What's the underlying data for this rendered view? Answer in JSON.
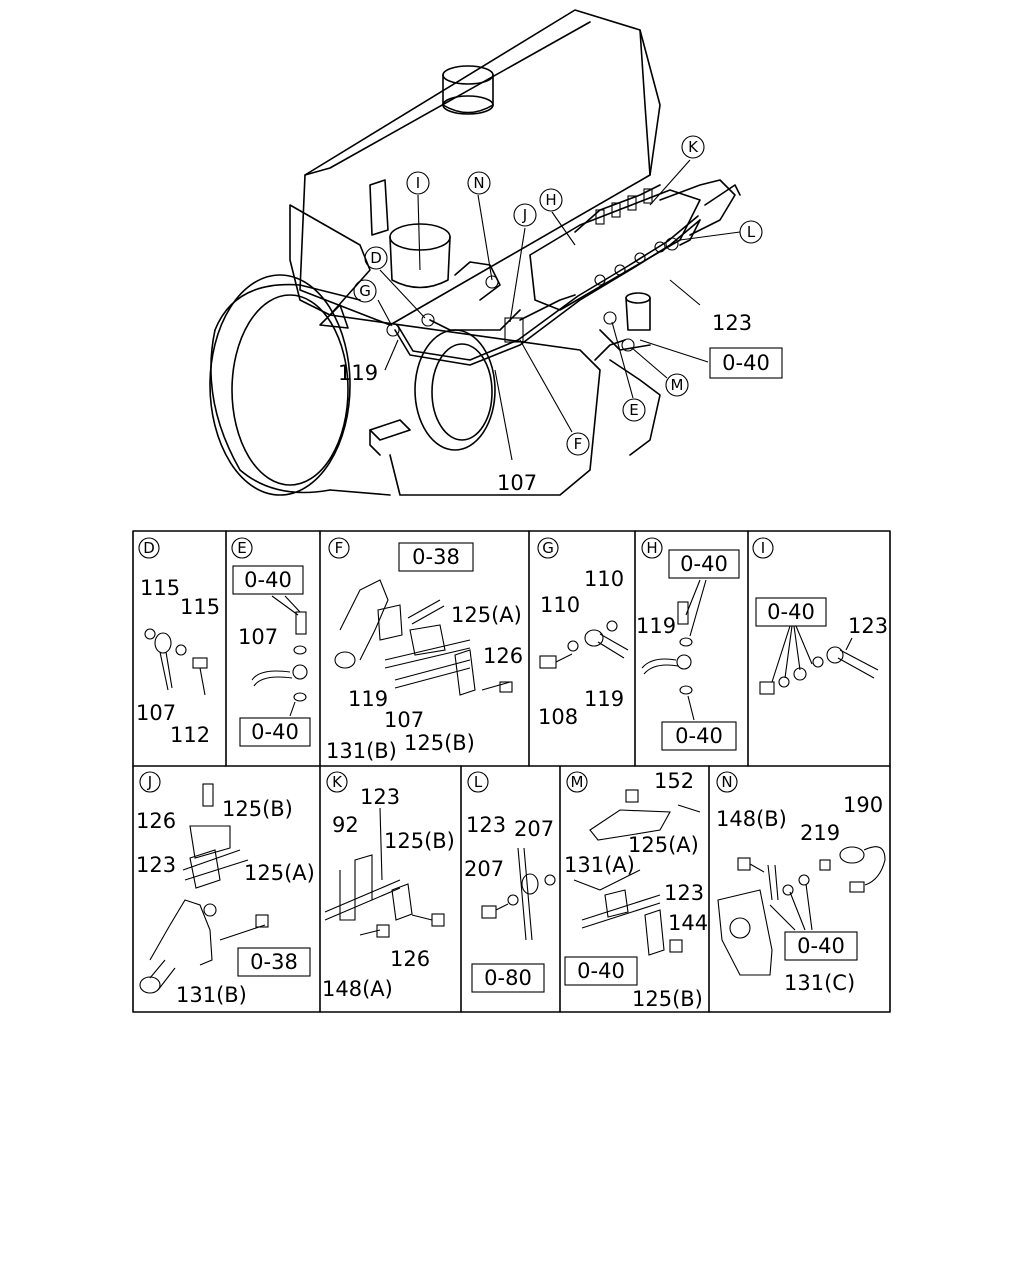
{
  "main_callouts": {
    "K": "K",
    "L": "L",
    "I": "I",
    "N": "N",
    "J": "J",
    "H": "H",
    "D": "D",
    "G": "G",
    "E": "E",
    "M": "M",
    "F": "F"
  },
  "main_labels": {
    "l123": "123",
    "l119": "119",
    "l107": "107",
    "ref": "0-40"
  },
  "panels": {
    "D": {
      "letter": "D",
      "a": "115",
      "b": "115",
      "c": "107",
      "d": "112"
    },
    "E": {
      "letter": "E",
      "ref_top": "0-40",
      "a": "107",
      "ref_bottom": "0-40"
    },
    "F": {
      "letter": "F",
      "ref": "0-38",
      "a": "125(A)",
      "b": "126",
      "c": "119",
      "d": "107",
      "e": "131(B)",
      "f": "125(B)"
    },
    "G": {
      "letter": "G",
      "a": "110",
      "b": "110",
      "c": "108",
      "d": "119"
    },
    "H": {
      "letter": "H",
      "ref_top": "0-40",
      "a": "119",
      "ref_bottom": "0-40"
    },
    "I": {
      "letter": "I",
      "ref": "0-40",
      "a": "123"
    },
    "J": {
      "letter": "J",
      "a": "126",
      "b": "125(B)",
      "c": "123",
      "d": "125(A)",
      "e": "131(B)",
      "ref": "0-38"
    },
    "K": {
      "letter": "K",
      "a": "123",
      "b": "92",
      "c": "125(B)",
      "d": "126",
      "e": "148(A)"
    },
    "L": {
      "letter": "L",
      "a": "123",
      "b": "207",
      "c": "207",
      "ref": "0-80"
    },
    "M": {
      "letter": "M",
      "a": "152",
      "b": "125(A)",
      "c": "131(A)",
      "d": "123",
      "e": "144",
      "ref": "0-40",
      "f": "125(B)"
    },
    "N": {
      "letter": "N",
      "a": "190",
      "b": "148(B)",
      "c": "219",
      "ref": "0-40",
      "d": "131(C)"
    }
  }
}
